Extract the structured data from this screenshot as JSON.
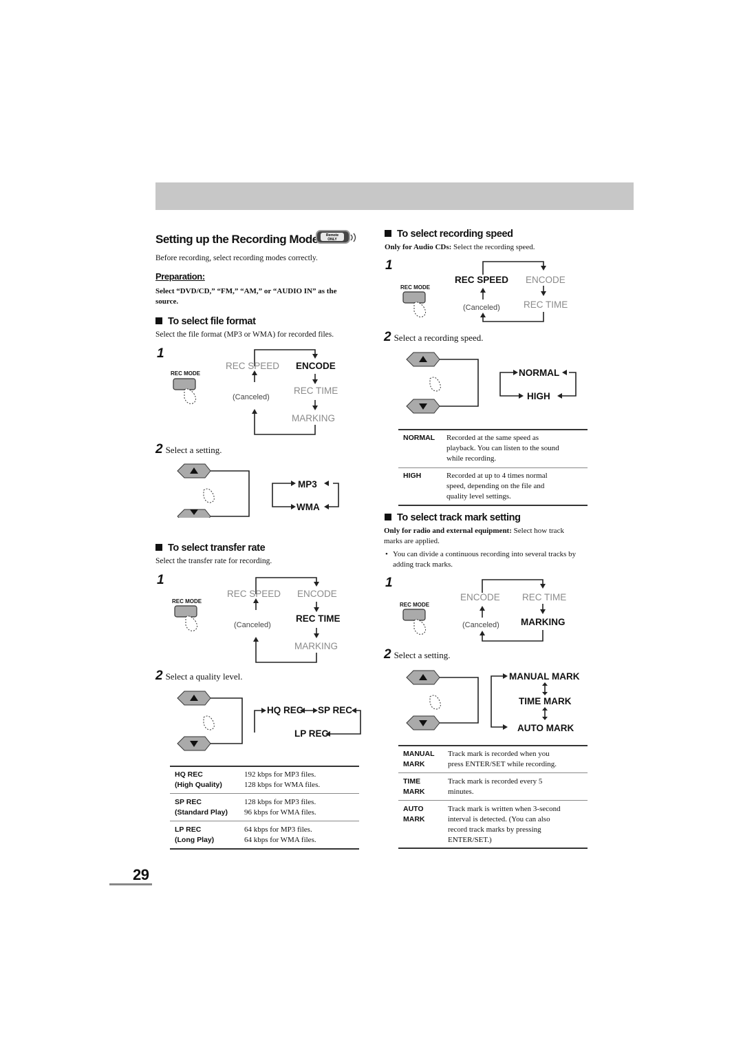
{
  "page_number": "29",
  "section": {
    "title": "Setting up the Recording Modes",
    "badge": "Remote ONLY",
    "intro": "Before recording, select recording modes correctly.",
    "preparation_label": "Preparation:",
    "preparation_text": "Select “DVD/CD,” “FM,” “AM,” or “AUDIO IN” as the source."
  },
  "file_format": {
    "heading": "To select file format",
    "desc": "Select the file format (MP3 or WMA) for recorded files.",
    "step1": "1",
    "rec_mode": "REC MODE",
    "cycle": [
      "REC SPEED",
      "ENCODE",
      "REC TIME",
      "MARKING"
    ],
    "canceled": "(Canceled)",
    "step2_num": "2",
    "step2_text": "Select a setting.",
    "options": [
      "MP3",
      "WMA"
    ]
  },
  "transfer_rate": {
    "heading": "To select transfer rate",
    "desc": "Select the transfer rate for recording.",
    "step1": "1",
    "rec_mode": "REC MODE",
    "cycle": [
      "REC SPEED",
      "ENCODE",
      "REC TIME",
      "MARKING"
    ],
    "canceled": "(Canceled)",
    "step2_num": "2",
    "step2_text": "Select a quality level.",
    "options": [
      "HQ REC",
      "SP REC",
      "LP REC"
    ],
    "table": [
      {
        "key": "HQ REC",
        "sub": "(High Quality)",
        "l1": "192 kbps for MP3 files.",
        "l2": "128 kbps for WMA files."
      },
      {
        "key": "SP REC",
        "sub": "(Standard Play)",
        "l1": "128 kbps for MP3 files.",
        "l2": "96 kbps for WMA files."
      },
      {
        "key": "LP REC",
        "sub": "(Long Play)",
        "l1": "64 kbps for MP3 files.",
        "l2": "64 kbps for WMA files."
      }
    ]
  },
  "recording_speed": {
    "heading": "To select recording speed",
    "desc_bold": "Only for Audio CDs:",
    "desc": "Select the recording speed.",
    "step1": "1",
    "rec_mode": "REC MODE",
    "cycle": [
      "REC SPEED",
      "ENCODE",
      "REC TIME"
    ],
    "canceled": "(Canceled)",
    "step2_num": "2",
    "step2_text": "Select a recording speed.",
    "options": [
      "NORMAL",
      "HIGH"
    ],
    "table": [
      {
        "key": "NORMAL",
        "lines": [
          "Recorded at the same speed as",
          "playback. You can listen to the sound",
          "while recording."
        ]
      },
      {
        "key": "HIGH",
        "lines": [
          "Recorded at up to 4 times normal",
          "speed, depending on the file and",
          "quality level settings."
        ]
      }
    ]
  },
  "track_mark": {
    "heading": "To select track mark setting",
    "desc_bold": "Only for radio and external equipment:",
    "desc": "Select how track marks are applied.",
    "bullet": "You can divide a continuous recording into several tracks by adding track marks.",
    "step1": "1",
    "rec_mode": "REC MODE",
    "cycle": [
      "ENCODE",
      "REC TIME",
      "MARKING"
    ],
    "canceled": "(Canceled)",
    "step2_num": "2",
    "step2_text": "Select a setting.",
    "options": [
      "MANUAL MARK",
      "TIME MARK",
      "AUTO MARK"
    ],
    "table": [
      {
        "k1": "MANUAL",
        "k2": "MARK",
        "lines": [
          "Track mark is recorded when you",
          "press ENTER/SET while recording."
        ]
      },
      {
        "k1": "TIME",
        "k2": "MARK",
        "lines": [
          "Track mark is recorded every 5",
          "minutes."
        ]
      },
      {
        "k1": "AUTO",
        "k2": "MARK",
        "lines": [
          "Track mark is written when 3-second",
          "interval is detected. (You can also",
          "record track marks by pressing",
          "ENTER/SET.)"
        ]
      }
    ]
  }
}
